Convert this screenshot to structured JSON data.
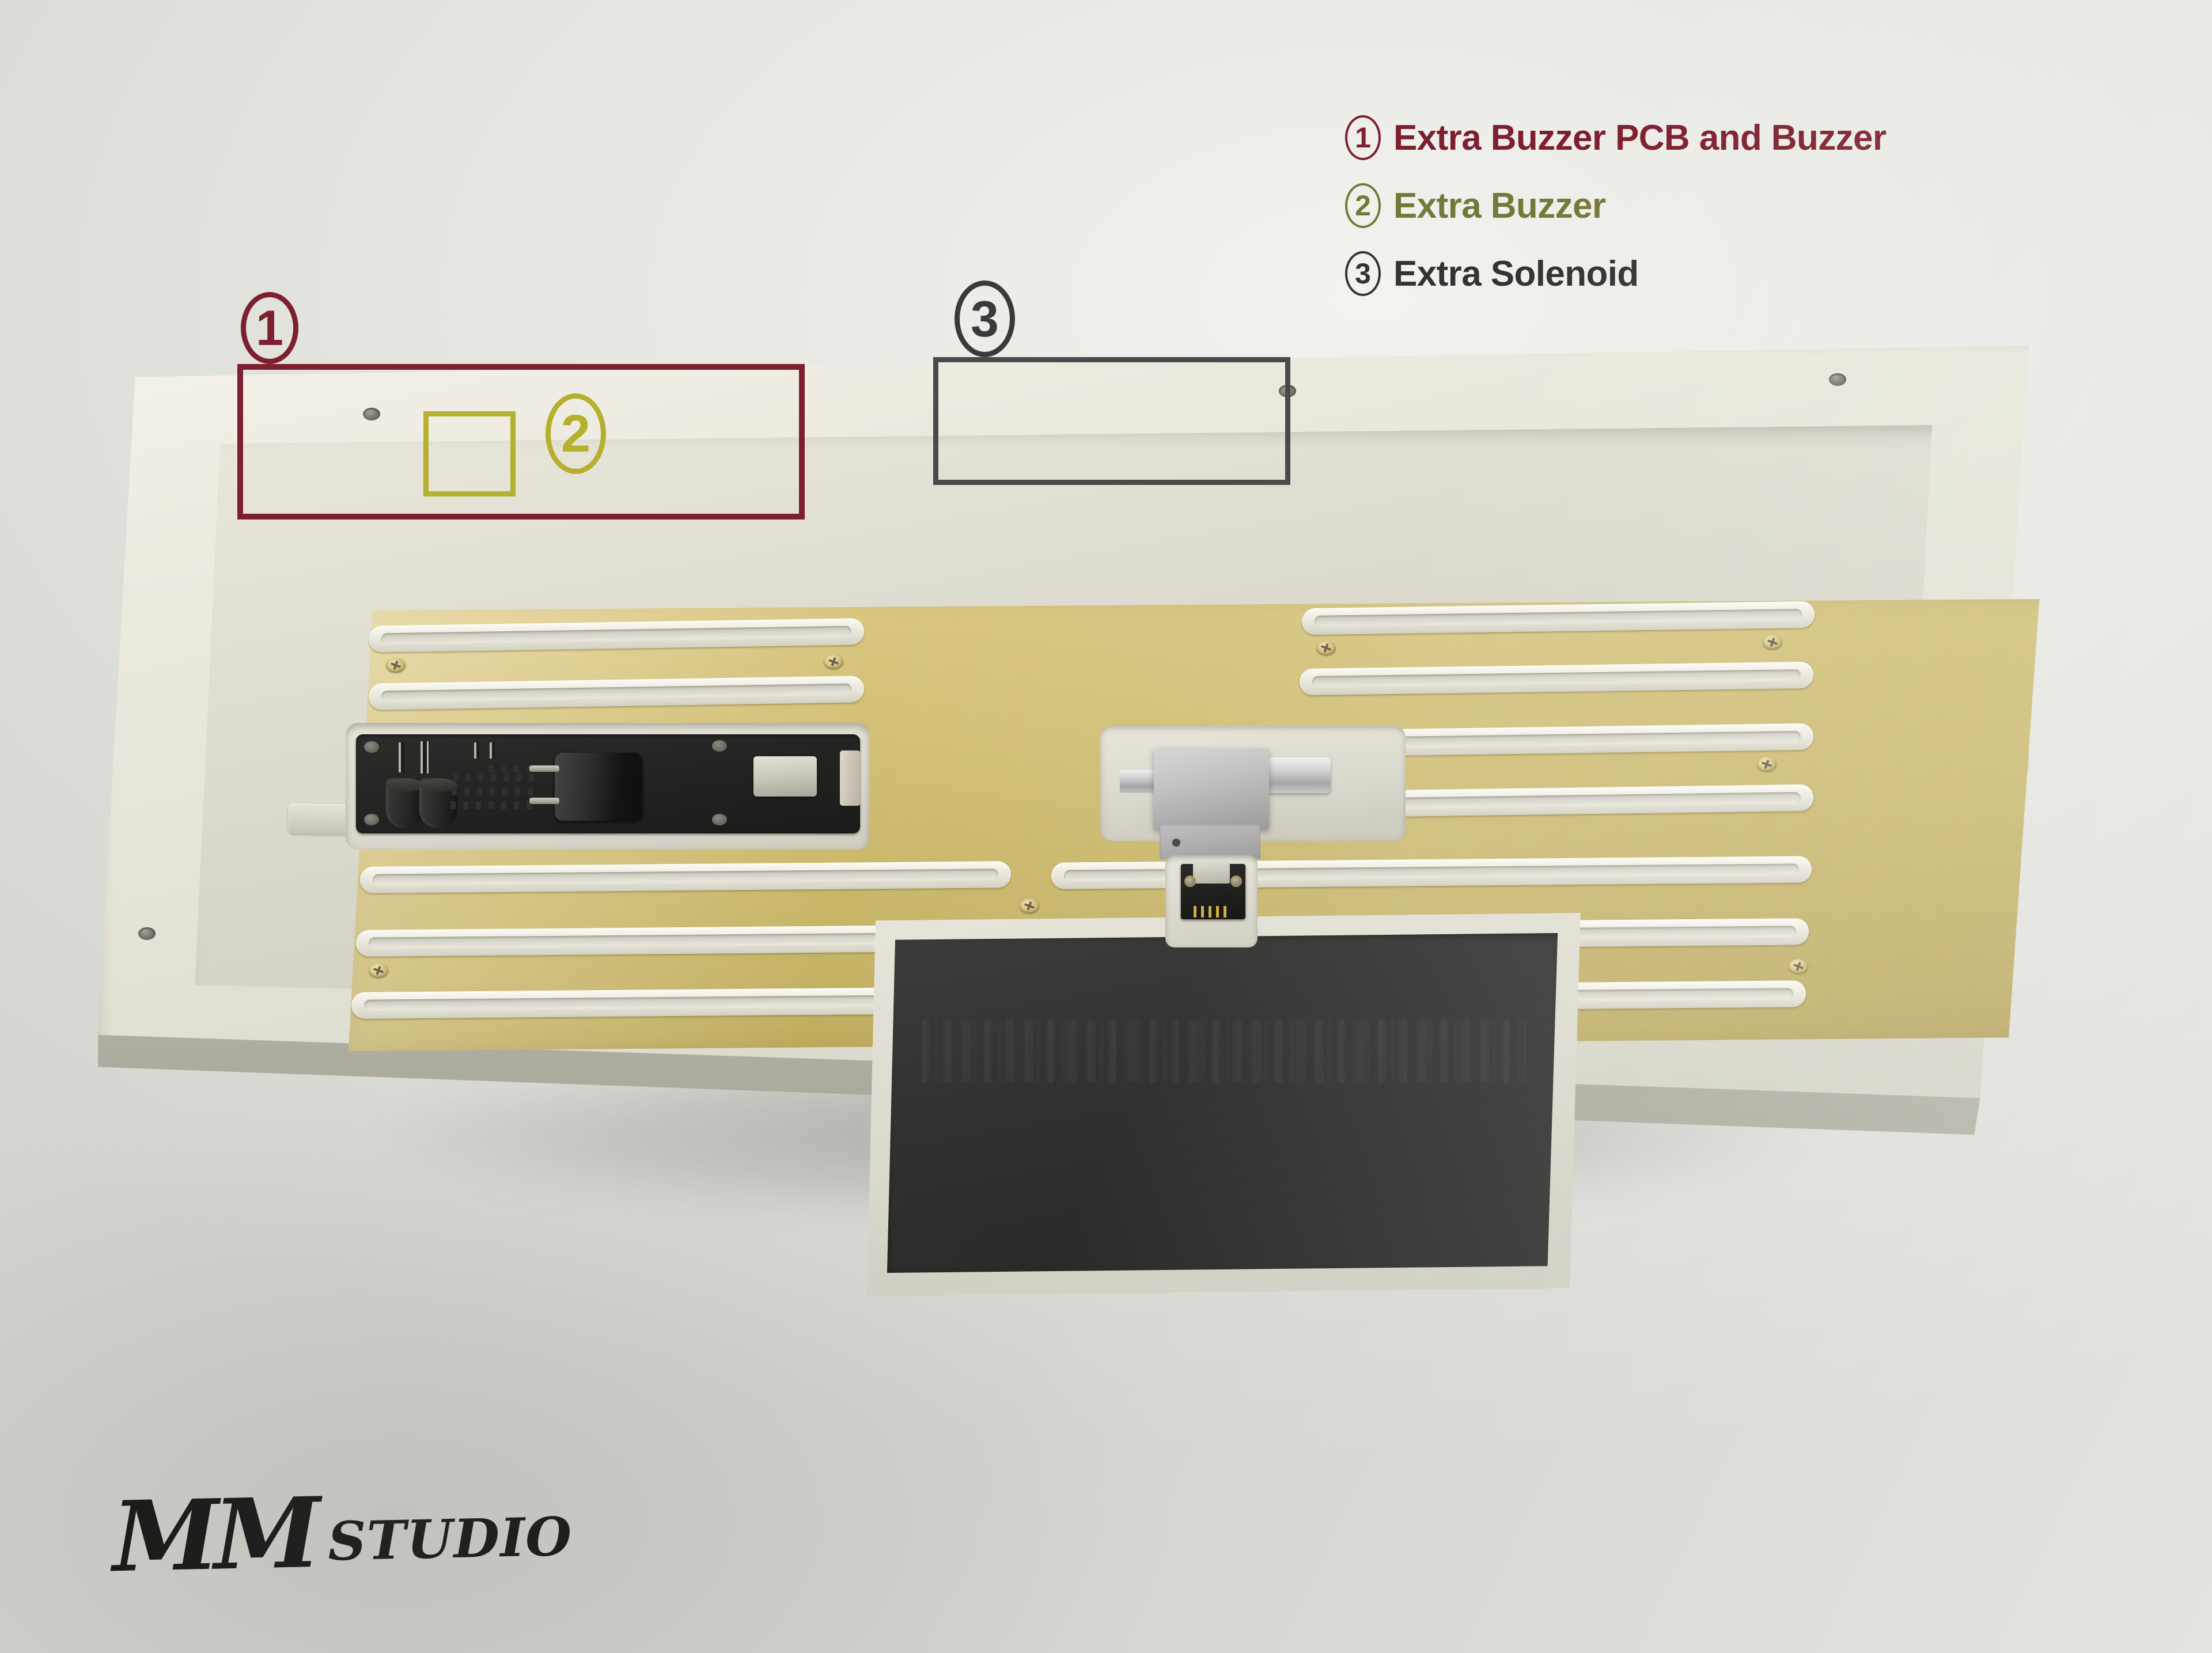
{
  "scene": {
    "background_color": "#dedfda",
    "subject": "device-chassis-render"
  },
  "legend": {
    "items": [
      {
        "num": "1",
        "label": "Extra Buzzer PCB and Buzzer",
        "color": "#7d1f2e"
      },
      {
        "num": "2",
        "label": "Extra Buzzer",
        "color": "#76783a"
      },
      {
        "num": "3",
        "label": "Extra Solenoid",
        "color": "#333333"
      }
    ]
  },
  "annotations": [
    {
      "num": "1",
      "color": "#7d1f2e",
      "target": "buzzer-pcb-and-buzzer"
    },
    {
      "num": "2",
      "color": "#b5b02e",
      "target": "buzzer"
    },
    {
      "num": "3",
      "color": "#4a4a4a",
      "target": "solenoid"
    }
  ],
  "watermark": {
    "mark": "MM",
    "word": "STUDIO"
  },
  "device": {
    "chassis_color": "#e4e2d5",
    "plate_color": "#c9b66a",
    "panel_color": "#2e2e2c",
    "solenoid_color": "#b6b6b6",
    "pcb_color": "#23231f"
  }
}
